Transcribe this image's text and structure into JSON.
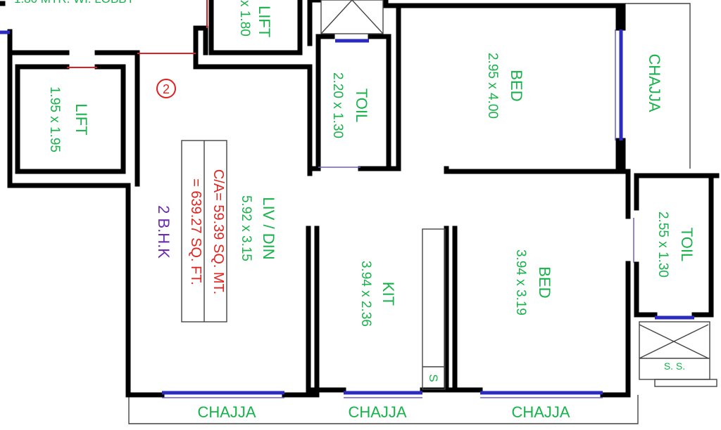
{
  "top_left_text": "1.80 MTR. WI. LOBBY",
  "lift_top": {
    "name": "LIFT",
    "dims": "x 1.80"
  },
  "lift": {
    "name": "LIFT",
    "dims": "1.95 x 1.95"
  },
  "flat_number": "2",
  "living": {
    "name": "LIV / DIN",
    "dims": "5.92 x 3.15"
  },
  "area": {
    "line1": "C/A= 59.39 SQ. MT.",
    "line2": "= 639.27 SQ. FT."
  },
  "flat_type": "2 B.H.K",
  "toilet_1": {
    "name": "TOIL",
    "dims": "2.20 x 1.30"
  },
  "bed_1": {
    "name": "BED",
    "dims": "2.95 x 4.00"
  },
  "chajja_right": "CHAJJA",
  "toilet_2": {
    "name": "TOIL",
    "dims": "2.55 x 1.30"
  },
  "kitchen": {
    "name": "KIT",
    "dims": "3.94 x 2.36"
  },
  "bed_2": {
    "name": "BED",
    "dims": "3.94 x 3.19"
  },
  "sink": "S",
  "shaft": "S. S.",
  "chajja_bottom": [
    "CHAJJA",
    "CHAJJA",
    "CHAJJA"
  ]
}
